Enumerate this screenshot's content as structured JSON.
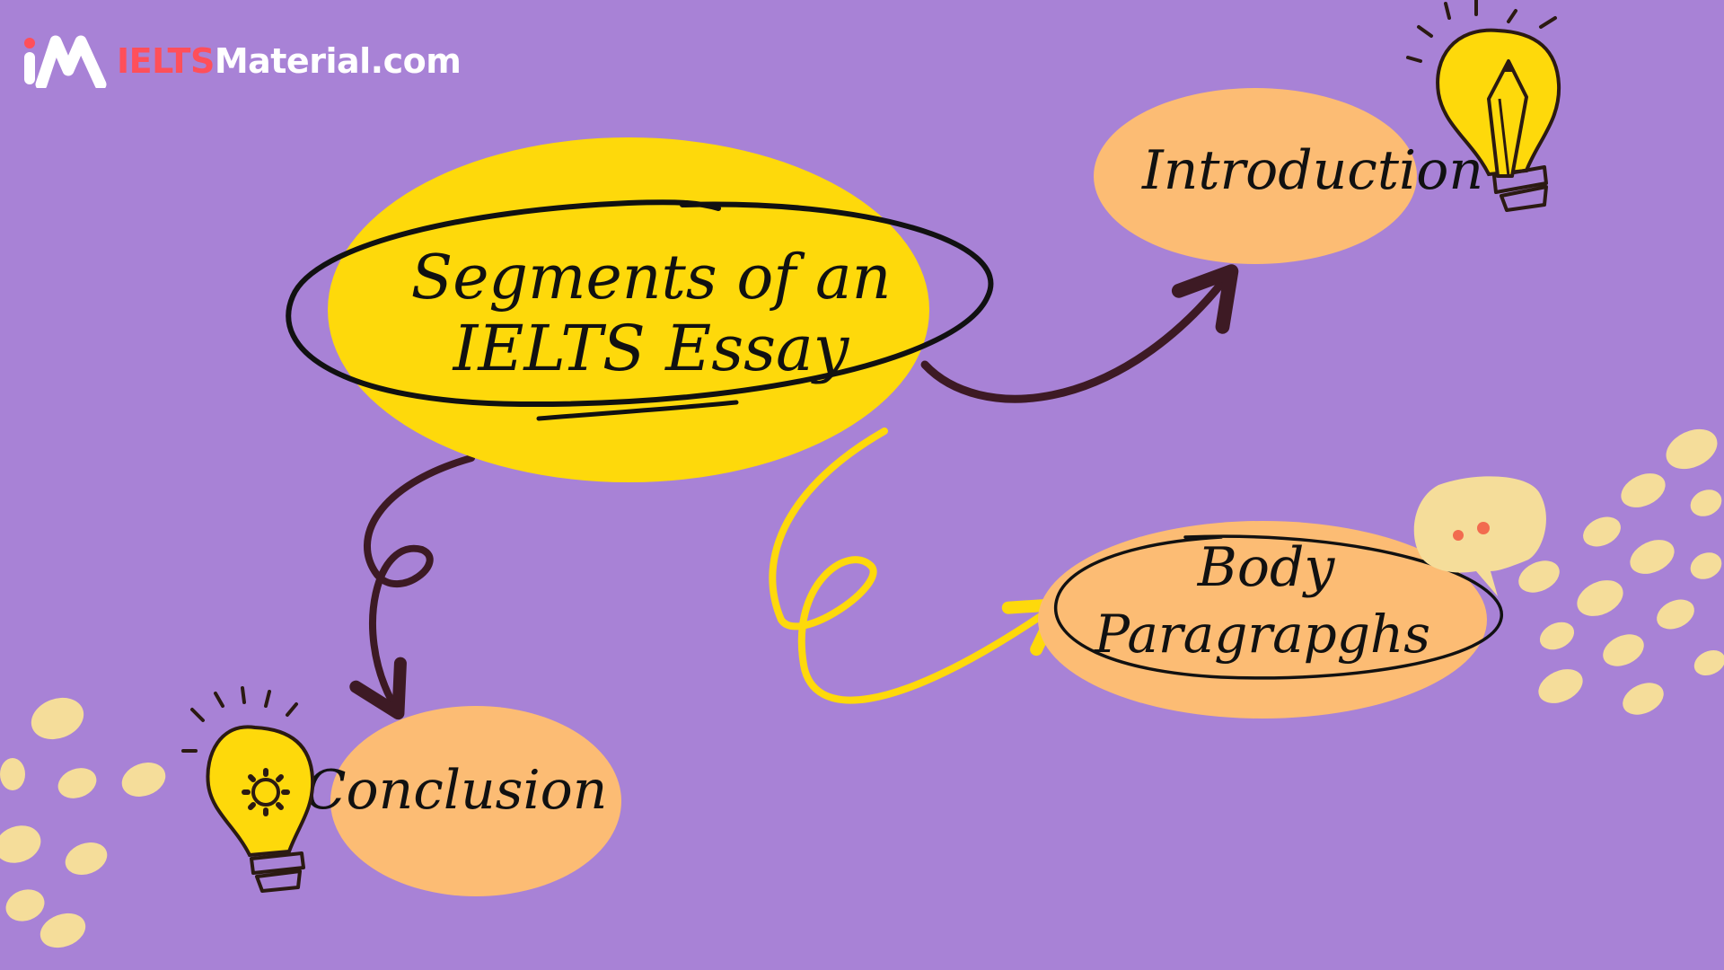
{
  "colors": {
    "background": "#a882d6",
    "central_fill": "#fed90b",
    "node_fill": "#fcbc74",
    "dark_stroke": "#3d1a24",
    "yellow_stroke": "#fed90b",
    "dots": "#f5dd9a",
    "logo_accent": "#ff4f5a",
    "logo_rest": "#ffffff"
  },
  "logo": {
    "accent": "IELTS",
    "rest": "Material.com",
    "icon": "ielts-material-logo-icon"
  },
  "diagram": {
    "center": {
      "line1": "Segments of an",
      "line2": "IELTS Essay"
    },
    "nodes": {
      "introduction": {
        "label": "Introduction",
        "icon": "lightbulb-pencil-icon"
      },
      "body": {
        "line1": "Body",
        "line2": "Paragrapghs",
        "icon": "speech-bubble-icon"
      },
      "conclusion": {
        "label": "Conclusion",
        "icon": "lightbulb-gear-icon"
      }
    }
  }
}
